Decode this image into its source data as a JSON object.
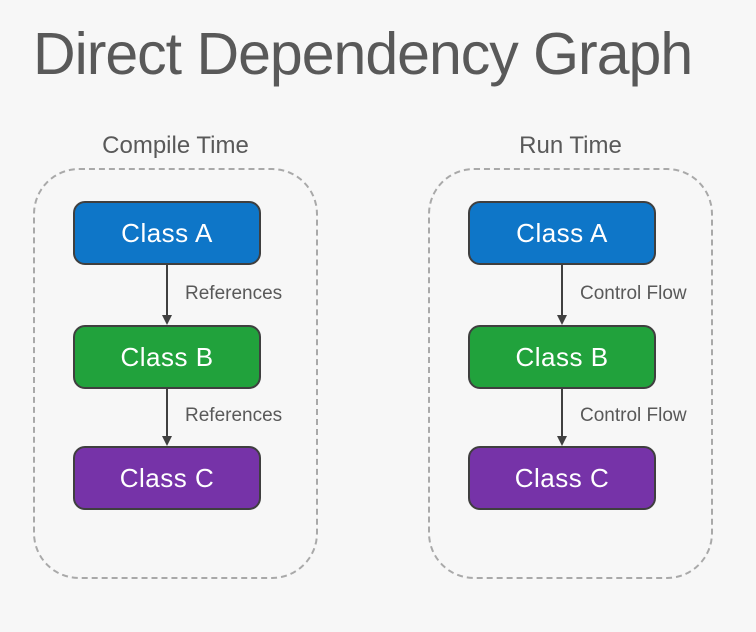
{
  "title": "Direct Dependency Graph",
  "colors": {
    "background": "#F7F7F7",
    "heading_text": "#595959",
    "node_text": "#FFFFFF",
    "node_border": "#3F3F3F",
    "panel_border": "#A9A9A9",
    "arrow": "#404040",
    "node_blue": "#0E76C8",
    "node_green": "#21A23C",
    "node_purple": "#7633A8"
  },
  "panels": [
    {
      "heading": "Compile Time",
      "nodes": [
        {
          "label": "Class A",
          "color": "#0E76C8"
        },
        {
          "label": "Class B",
          "color": "#21A23C"
        },
        {
          "label": "Class C",
          "color": "#7633A8"
        }
      ],
      "edges": [
        {
          "label": "References"
        },
        {
          "label": "References"
        }
      ]
    },
    {
      "heading": "Run Time",
      "nodes": [
        {
          "label": "Class A",
          "color": "#0E76C8"
        },
        {
          "label": "Class B",
          "color": "#21A23C"
        },
        {
          "label": "Class C",
          "color": "#7633A8"
        }
      ],
      "edges": [
        {
          "label": "Control Flow"
        },
        {
          "label": "Control Flow"
        }
      ]
    }
  ]
}
